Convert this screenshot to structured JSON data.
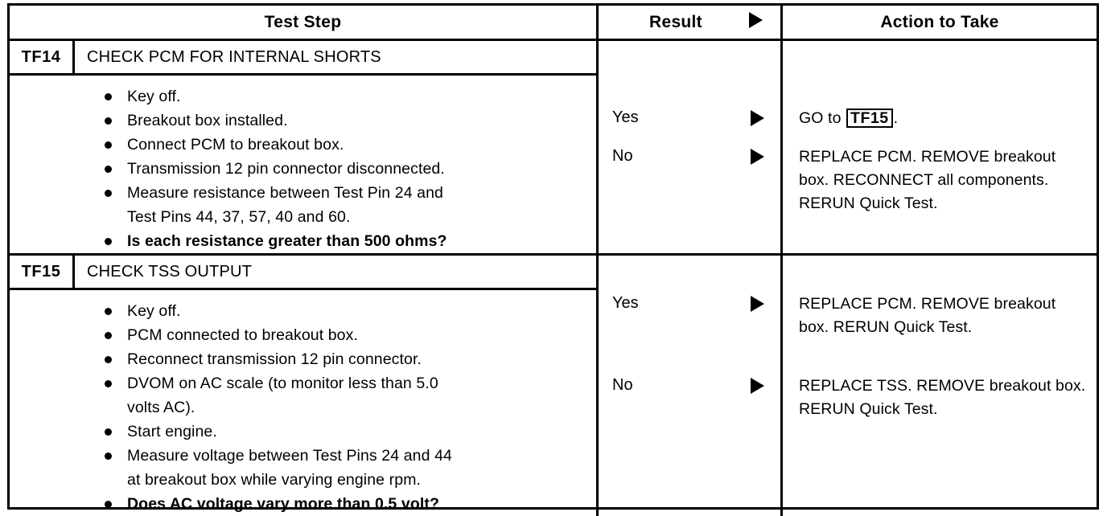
{
  "table": {
    "headers": {
      "test_step": "Test Step",
      "result": "Result",
      "action": "Action to Take",
      "result_arrow_icon": "right-triangle-icon"
    },
    "steps": [
      {
        "id": "TF14",
        "title": "CHECK PCM FOR INTERNAL SHORTS",
        "bullets": [
          {
            "text": "Key off.",
            "emphasis": false
          },
          {
            "text": "Breakout box installed.",
            "emphasis": false
          },
          {
            "text": "Connect PCM to breakout box.",
            "emphasis": false
          },
          {
            "text": "Transmission 12 pin connector disconnected.",
            "emphasis": false
          },
          {
            "text": "Measure resistance between Test Pin 24 and\nTest Pins 44, 37, 57, 40 and 60.",
            "emphasis": false
          },
          {
            "text": "Is each resistance greater than 500 ohms?",
            "emphasis": true
          }
        ],
        "branches": [
          {
            "result": "Yes",
            "arrow_icon": "right-triangle-icon",
            "action_prefix": "GO to ",
            "action_ref": "TF15",
            "action_suffix": ".",
            "action_text": ""
          },
          {
            "result": "No",
            "arrow_icon": "right-triangle-icon",
            "action_prefix": "",
            "action_ref": "",
            "action_suffix": "",
            "action_text": "REPLACE PCM. REMOVE breakout box. RECONNECT all components. RERUN Quick Test."
          }
        ]
      },
      {
        "id": "TF15",
        "title": "CHECK TSS OUTPUT",
        "bullets": [
          {
            "text": "Key off.",
            "emphasis": false
          },
          {
            "text": "PCM connected to breakout box.",
            "emphasis": false
          },
          {
            "text": "Reconnect transmission 12 pin connector.",
            "emphasis": false
          },
          {
            "text": "DVOM on AC scale (to monitor less than 5.0\nvolts AC).",
            "emphasis": false
          },
          {
            "text": "Start engine.",
            "emphasis": false
          },
          {
            "text": "Measure voltage between Test Pins 24 and 44\nat breakout box while varying engine rpm.",
            "emphasis": false
          },
          {
            "text": "Does AC voltage vary more than 0.5 volt?",
            "emphasis": true
          }
        ],
        "branches": [
          {
            "result": "Yes",
            "arrow_icon": "right-triangle-icon",
            "action_prefix": "",
            "action_ref": "",
            "action_suffix": "",
            "action_text": "REPLACE PCM. REMOVE breakout box. RERUN Quick Test."
          },
          {
            "result": "No",
            "arrow_icon": "right-triangle-icon",
            "action_prefix": "",
            "action_ref": "",
            "action_suffix": "",
            "action_text": "REPLACE TSS. REMOVE breakout box. RERUN Quick Test."
          }
        ]
      }
    ]
  },
  "colors": {
    "ink": "#000000",
    "paper": "#ffffff"
  }
}
